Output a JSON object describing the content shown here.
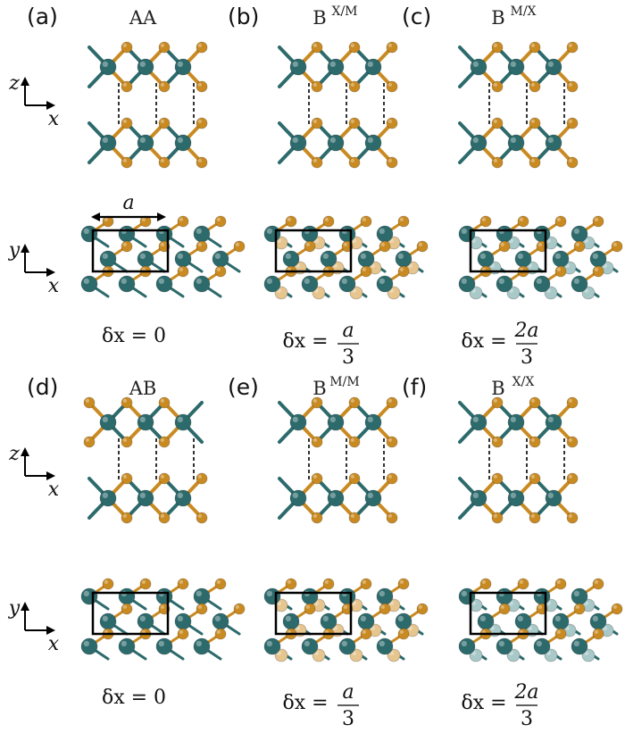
{
  "colors": {
    "metal": "#2d6a6c",
    "chalcogen": "#c98a22",
    "metal_faded": "#a9c8c8",
    "chalcogen_faded": "#e6c58f"
  },
  "axes": {
    "z": "z",
    "x": "x",
    "y": "y"
  },
  "lattice_label": "a",
  "panels": [
    {
      "label": "(a)",
      "title": "AA",
      "stacking": "AA",
      "shift": {
        "text": "δx = 0",
        "num": "",
        "den": ""
      }
    },
    {
      "label": "(b)",
      "title": "B",
      "sup": "X/M",
      "stacking": "B-X/M",
      "shift": {
        "text": "δx =",
        "num": "a",
        "den": "3"
      }
    },
    {
      "label": "(c)",
      "title": "B",
      "sup": "M/X",
      "stacking": "B-M/X",
      "shift": {
        "text": "δx =",
        "num": "2a",
        "den": "3"
      }
    },
    {
      "label": "(d)",
      "title": "AB",
      "stacking": "AB",
      "shift": {
        "text": "δx = 0",
        "num": "",
        "den": ""
      }
    },
    {
      "label": "(e)",
      "title": "B",
      "sup": "M/M",
      "stacking": "B-M/M",
      "shift": {
        "text": "δx =",
        "num": "a",
        "den": "3"
      }
    },
    {
      "label": "(f)",
      "title": "B",
      "sup": "X/X",
      "stacking": "B-X/X",
      "shift": {
        "text": "δx =",
        "num": "2a",
        "den": "3"
      }
    }
  ]
}
